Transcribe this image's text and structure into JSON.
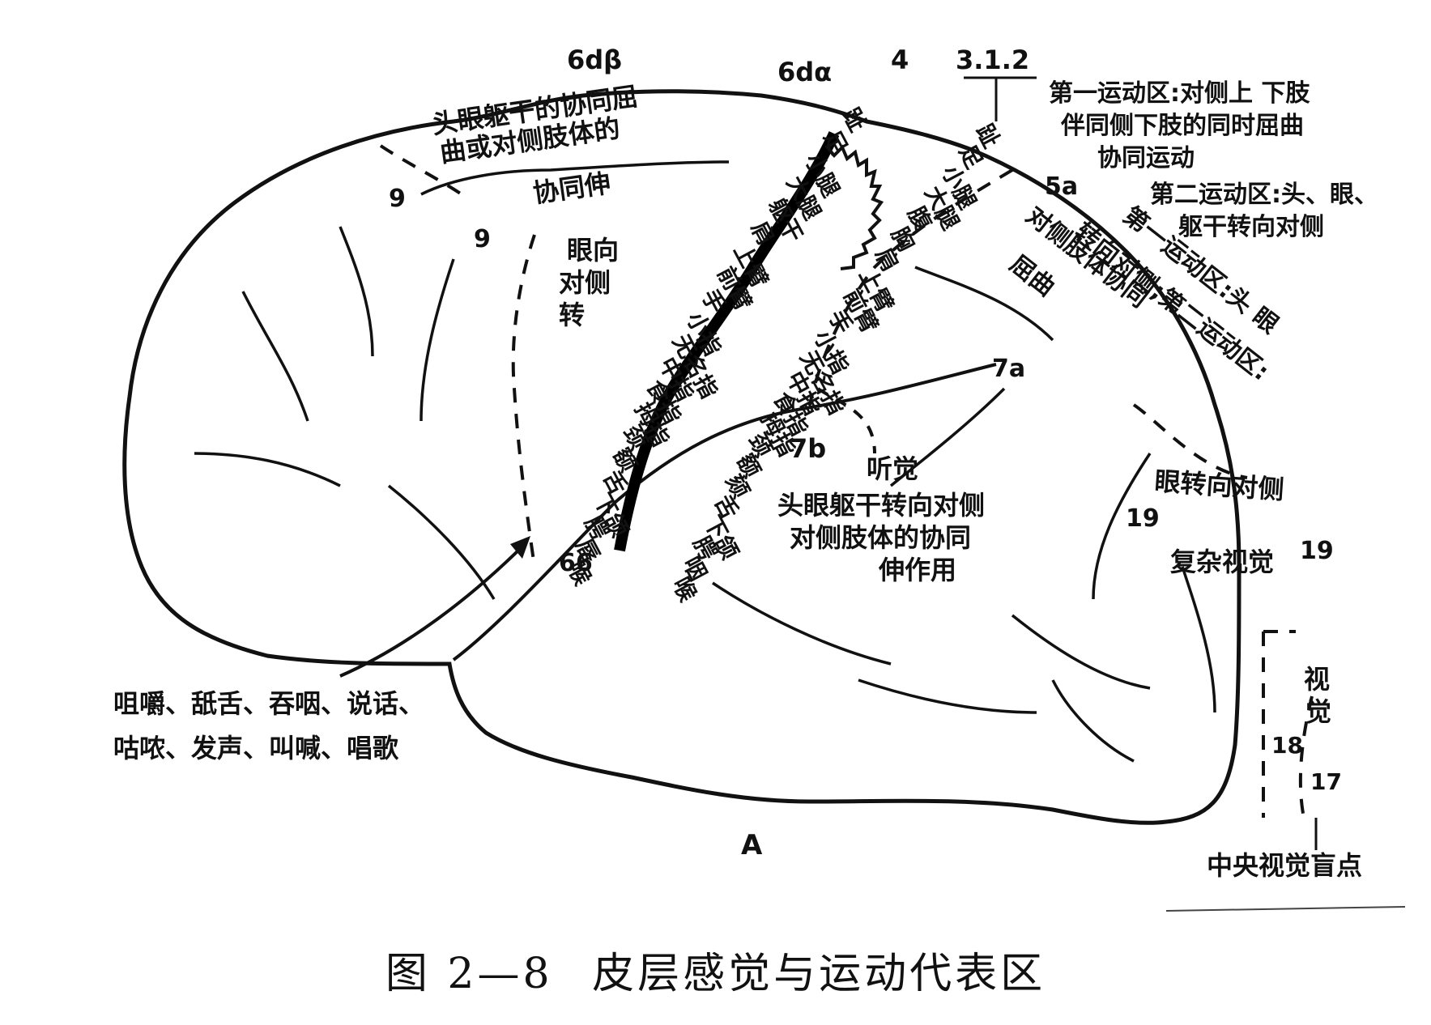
{
  "figure": {
    "top_labels": {
      "area_6db": "6dβ",
      "area_6da": "6dα",
      "area_4": "4",
      "area_312": "3.1.2"
    },
    "area_numbers": {
      "a9_upper": "9",
      "a9_lower": "9",
      "a5a": "5a",
      "a7a": "7a",
      "a7b": "7b",
      "a66": "66",
      "a19_left": "19",
      "a19_right": "19",
      "a18": "18",
      "a17": "17"
    },
    "frontal_notes": {
      "line1": "头眼躯干的协同屈",
      "line2": "曲或对侧肢体的",
      "line3": "协同伸",
      "eye_turn": [
        "眼向",
        "对侧",
        "转"
      ]
    },
    "precentral_sequence": [
      "趾",
      "足",
      "小腿",
      "大腿",
      "躯干",
      "肩",
      "上臂",
      "前臂",
      "手",
      "小指",
      "无名指",
      "中指",
      "食指",
      "拇指",
      "颈",
      "额",
      "舌",
      "下颌",
      "腭",
      "唇",
      "喉"
    ],
    "postcentral_sequence": [
      "趾",
      "足",
      "小腿",
      "大腿",
      "腹",
      "胸",
      "肩",
      "上臂",
      "前臂",
      "手",
      "小指",
      "无名指",
      "中指",
      "食指",
      "拇指",
      "颈",
      "额",
      "颏",
      "舌",
      "下颌",
      "腭",
      "咽",
      "喉"
    ],
    "right_notes": {
      "first_motor_line1": "第一运动区:对侧上 下肢",
      "first_motor_line2": "伴同侧下肢的同时屈曲",
      "first_motor_line3": "协同运动",
      "second_motor_line1": "第二运动区:头、眼、",
      "second_motor_line2": "躯干转向对侧",
      "inner_line1": "第一运动区:头 眼",
      "inner_line2": "转向对侧;第二运动区:",
      "inner_line3": "对侧肢体协同",
      "inner_line4": "屈曲"
    },
    "temporal_notes": {
      "hearing": "听觉",
      "line1": "头眼躯干转向对侧",
      "line2": "对侧肢体的协同",
      "line3": "伸作用"
    },
    "occipital_notes": {
      "eye_turn": "眼转向对侧",
      "complex_vision": "复杂视觉",
      "vision": [
        "视",
        "觉"
      ],
      "blind_spot": "中央视觉盲点"
    },
    "bottom_left_notes": {
      "line1": "咀嚼、舐舌、吞咽、说话、",
      "line2": "咕哝、发声、叫喊、唱歌"
    },
    "panel_label": "A"
  },
  "caption": {
    "number": "图 2—8",
    "title": "皮层感觉与运动代表区"
  }
}
